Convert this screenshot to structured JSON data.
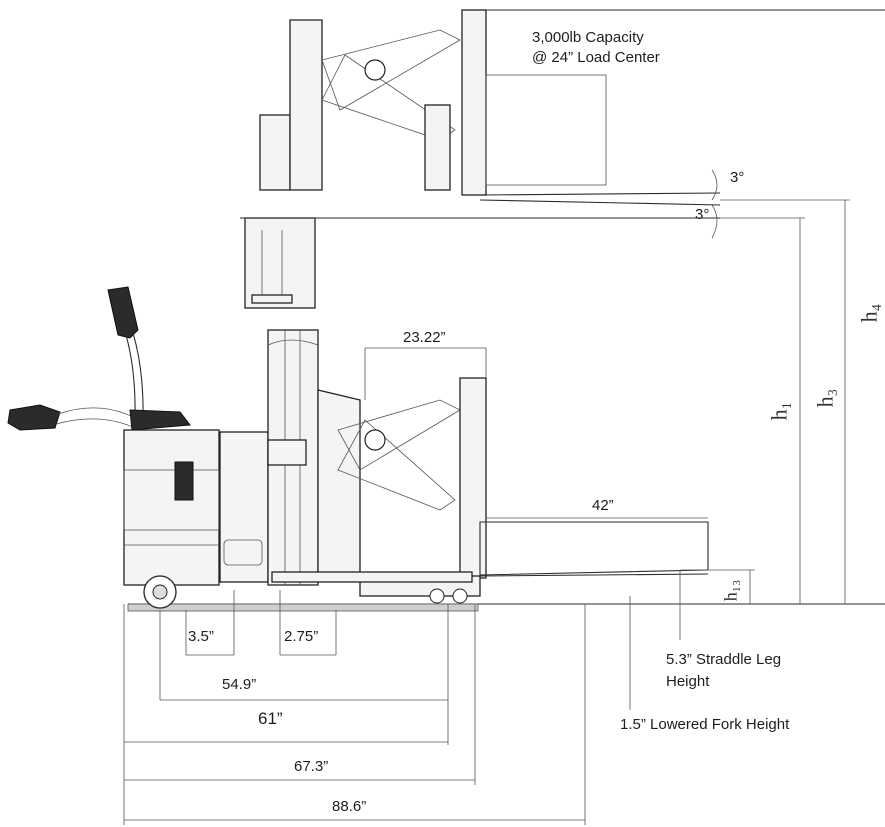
{
  "capacity": {
    "line1": "3,000lb Capacity",
    "line2": "@ 24” Load Center"
  },
  "tilt": {
    "upper": "3°",
    "lower": "3°"
  },
  "dimensions": {
    "d23": "23.22”",
    "d42": "42”",
    "d3_5": "3.5”",
    "d2_75": "2.75”",
    "d54_9": "54.9”",
    "d61": "61”",
    "d67_3": "67.3”",
    "d88_6": "88.6”"
  },
  "notes": {
    "straddle1": "5.3” Straddle Leg",
    "straddle2": "Height",
    "lowered": "1.5” Lowered Fork Height"
  },
  "heights": {
    "h1": "h₁",
    "h3": "h₃",
    "h4": "h₄",
    "h13": "h₁₃"
  }
}
